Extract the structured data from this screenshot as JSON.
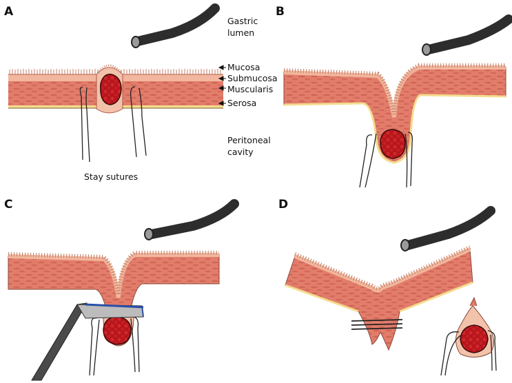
{
  "panels": {
    "a": {
      "letter": "A"
    },
    "b": {
      "letter": "B"
    },
    "c": {
      "letter": "C"
    },
    "d": {
      "letter": "D"
    }
  },
  "labels": {
    "gastric_lumen_1": "Gastric",
    "gastric_lumen_2": "lumen",
    "mucosa": "Mucosa",
    "submucosa": "Submucosa",
    "muscularis": "Muscularis",
    "serosa": "Serosa",
    "peritoneal_1": "Peritoneal",
    "peritoneal_2": "cavity",
    "stay_sutures": "Stay sutures"
  },
  "colors": {
    "muscle": "#e07a6a",
    "submucosa": "#f3b9a0",
    "mucosa": "#f1c9b4",
    "serosa": "#f4dc8e",
    "tumor": "#b3141a",
    "scope": "#2d2d2d"
  }
}
